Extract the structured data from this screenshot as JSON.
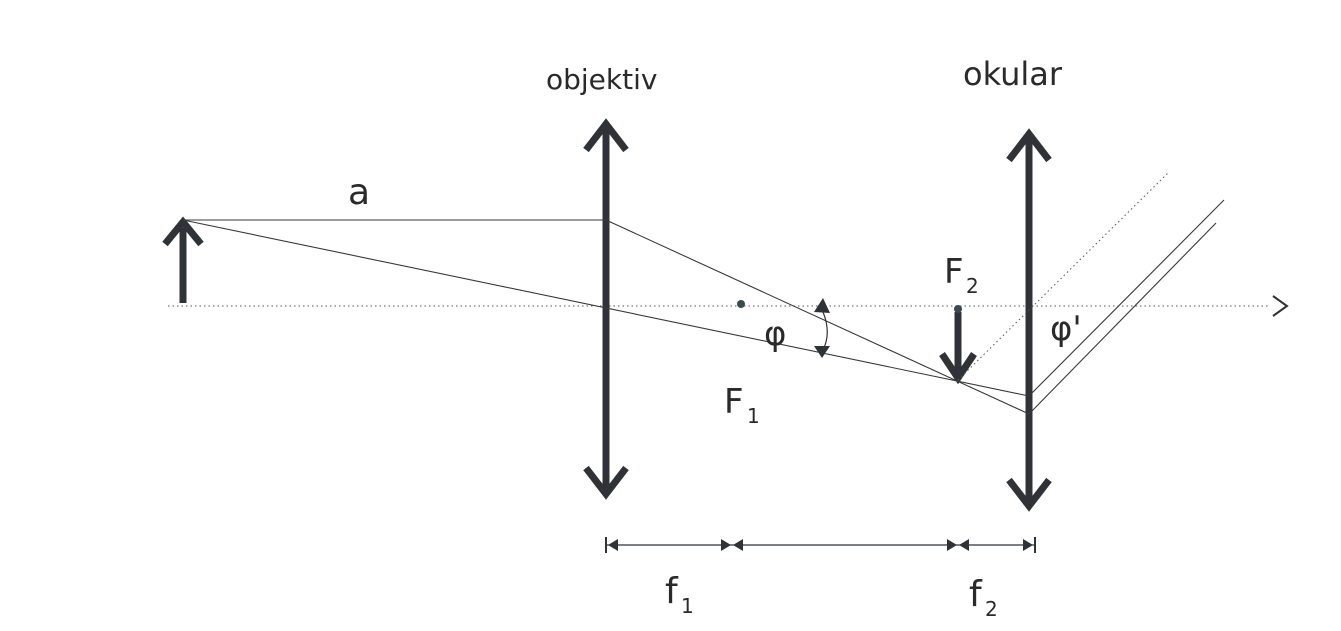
{
  "labels": {
    "objective": "objektiv",
    "ocular": "okular",
    "object_distance": "a",
    "angle": "φ",
    "angle_prime": "φ'",
    "focus1_main": "F",
    "focus1_sub": "1",
    "focus2_main": "F",
    "focus2_sub": "2",
    "focal1_main": "f",
    "focal1_sub": "1",
    "focal2_main": "f",
    "focal2_sub": "2"
  }
}
